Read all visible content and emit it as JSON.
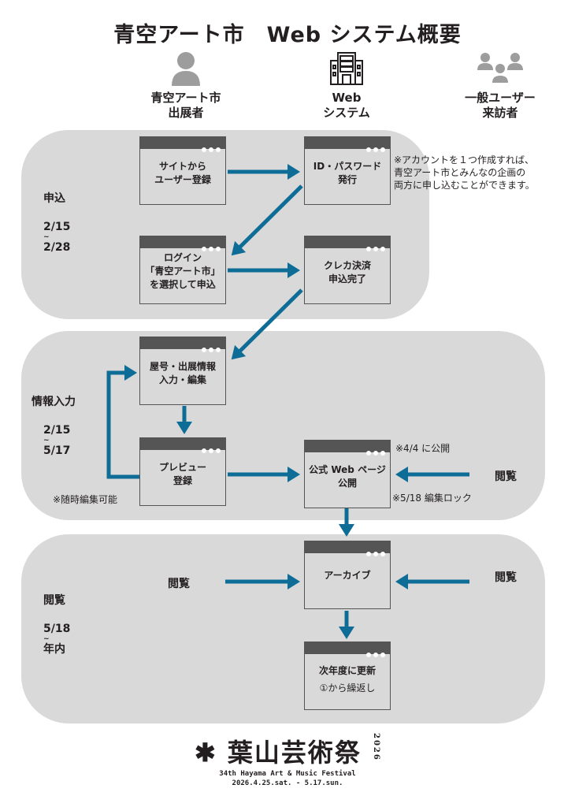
{
  "title": "青空アート市　Web システム概要",
  "actors": [
    {
      "icon": "person-icon",
      "label_line1": "青空アート市",
      "label_line2": "出展者"
    },
    {
      "icon": "building-server-icon",
      "label_line1": "Web",
      "label_line2": "システム"
    },
    {
      "icon": "group-people-icon",
      "label_line1": "一般ユーザー",
      "label_line2": "来訪者"
    }
  ],
  "phases": [
    {
      "name": "申込",
      "date_start": "2/15",
      "tilde": "~",
      "date_end": "2/28"
    },
    {
      "name": "情報入力",
      "date_start": "2/15",
      "tilde": "~",
      "date_end": "5/17"
    },
    {
      "name": "閲覧",
      "date_start": "5/18",
      "tilde": "~",
      "date_end": "年内"
    }
  ],
  "windows": {
    "register": {
      "line1": "サイトから",
      "line2": "ユーザー登録"
    },
    "id_issue": {
      "line1": "ID・パスワード",
      "line2": "発行"
    },
    "login": {
      "line1": "ログイン",
      "line2": "「青空アート市」",
      "line3": "を選択して申込"
    },
    "payment": {
      "line1": "クレカ決済",
      "line2": "申込完了"
    },
    "info_edit": {
      "line1": "屋号・出展情報",
      "line2": "入力・編集"
    },
    "preview": {
      "line1": "プレビュー",
      "line2": "登録"
    },
    "publish": {
      "line1": "公式 Web ページ",
      "line2": "公開"
    },
    "archive": {
      "line1": "アーカイブ"
    },
    "renew": {
      "line1": "次年度に更新",
      "line2": "①から繰返し"
    }
  },
  "notes": {
    "account": [
      "※アカウントを１つ作成すれば、",
      "青空アート市とみんなの企画の",
      "両方に申し込むことができます。"
    ],
    "publish_date": "※4/4 に公開",
    "edit_lock": "※5/18 編集ロック",
    "editable": "※随時編集可能"
  },
  "side_labels": {
    "view_publish_right": "閲覧",
    "view_archive_left": "閲覧",
    "view_archive_right": "閲覧"
  },
  "footer": {
    "logo_text": "葉山芸術祭",
    "logo_year": "2026",
    "subtitle": "34th Hayama Art & Music Festival",
    "dates": "2026.4.25.sat. - 5.17.sun."
  },
  "colors": {
    "arrow": "#0e6d96",
    "band": "#d9d9d9",
    "window_bar": "#555555"
  }
}
